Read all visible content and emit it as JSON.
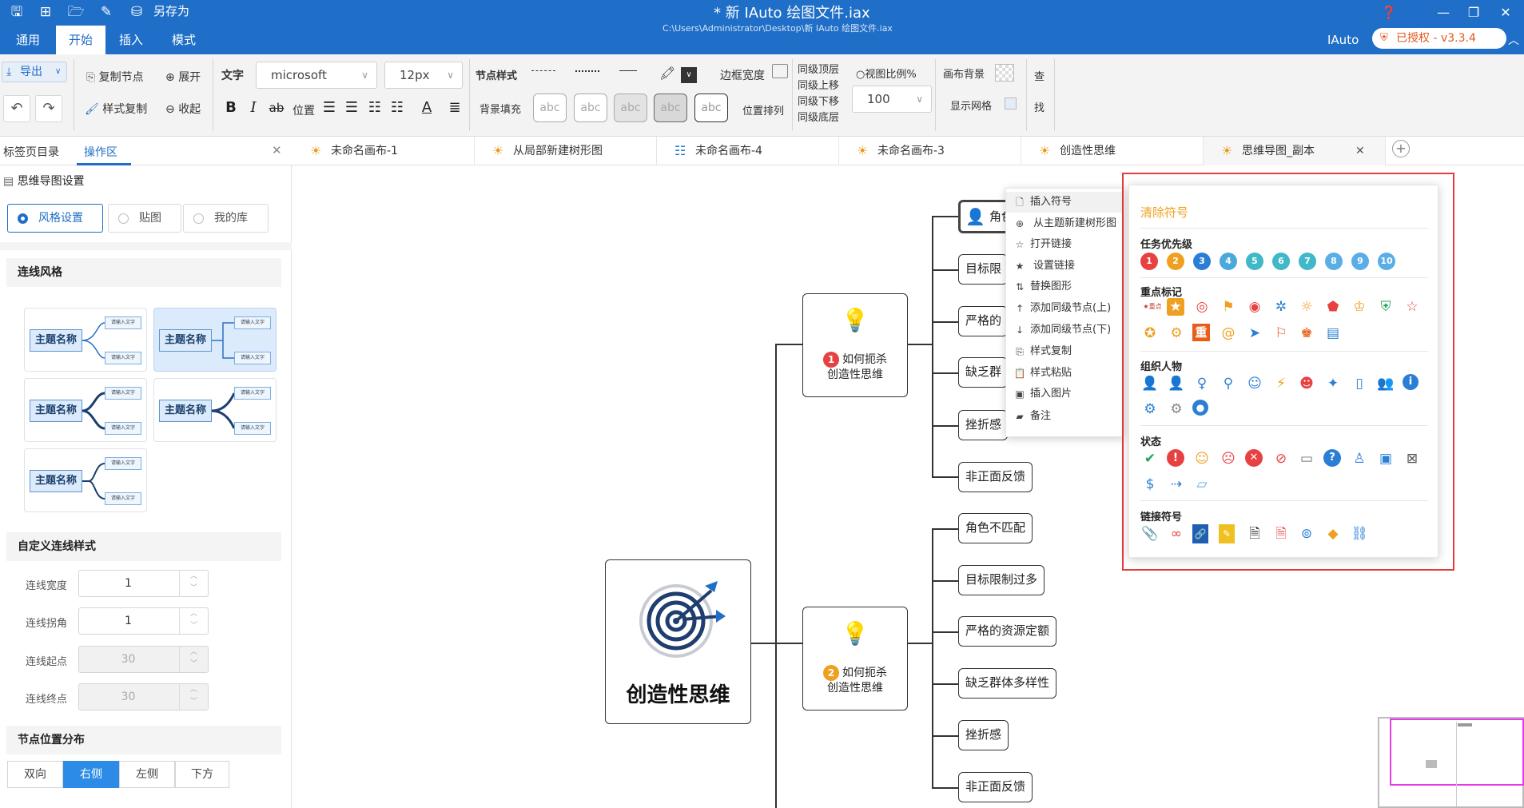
{
  "window": {
    "title": "* 新 IAuto 绘图文件.iax",
    "path": "C:\\Users\\Administrator\\Desktop\\新 IAuto 绘图文件.iax",
    "saveas_label": "另存为",
    "brand": "IAuto",
    "license": "已授权 - v3.3.4"
  },
  "menu": [
    "通用",
    "开始",
    "插入",
    "模式"
  ],
  "ribbon": {
    "export": "导出",
    "copy_node": "复制节点",
    "expand": "展开",
    "collapse": "收起",
    "style_copy": "样式复制",
    "text_label": "文字",
    "font": "microsoft",
    "font_size": "12px",
    "node_style": "节点样式",
    "border_width": "边框宽度",
    "position": "位置",
    "bg_fill": "背景填充",
    "abc": "abc",
    "pos_arrange": "位置排列",
    "same_top": "同级顶层",
    "same_up": "同级上移",
    "same_down": "同级下移",
    "same_bottom": "同级底层",
    "view_ratio": "视图比例%",
    "zoom": "100",
    "canvas_bg": "画布背景",
    "show_grid": "显示网格",
    "find1": "查",
    "find2": "找"
  },
  "tabs": {
    "left1": "标签页目录",
    "left2": "操作区",
    "docs": [
      "未命名画布-1",
      "从局部新建树形图",
      "未命名画布-4",
      "未命名画布-3",
      "创造性思维",
      "思维导图_副本"
    ]
  },
  "left": {
    "title": "思维导图设置",
    "radios": [
      "风格设置",
      "贴图",
      "我的库"
    ],
    "line_style": "连线风格",
    "thumb_main": "主题名称",
    "thumb_sub": "请输入文字",
    "custom_line": "自定义连线样式",
    "fields": [
      {
        "label": "连线宽度",
        "value": "1"
      },
      {
        "label": "连线拐角",
        "value": "1"
      },
      {
        "label": "连线起点",
        "value": "30"
      },
      {
        "label": "连线终点",
        "value": "30"
      }
    ],
    "node_pos": "节点位置分布",
    "positions": [
      "双向",
      "右侧",
      "左侧",
      "下方"
    ]
  },
  "mindmap": {
    "root": "创造性思维",
    "branch1": {
      "num": "1",
      "line1": "如何扼杀",
      "line2": "创造性思维"
    },
    "branch2": {
      "num": "2",
      "line1": "如何扼杀",
      "line2": "创造性思维"
    },
    "leaves1": [
      "角色",
      "目标限",
      "严格的",
      "缺乏群",
      "挫折感",
      "非正面反馈"
    ],
    "leaves2": [
      "角色不匹配",
      "目标限制过多",
      "严格的资源定额",
      "缺乏群体多样性",
      "挫折感",
      "非正面反馈"
    ]
  },
  "context_menu": [
    "插入符号",
    "从主题新建树形图",
    "打开链接",
    "设置链接",
    "替换图形",
    "添加同级节点(上)",
    "添加同级节点(下)",
    "样式复制",
    "样式粘贴",
    "插入图片",
    "备注"
  ],
  "symbols": {
    "clear": "清除符号",
    "priority": "任务优先级",
    "priority_nums": [
      "1",
      "2",
      "3",
      "4",
      "5",
      "6",
      "7",
      "8",
      "9",
      "10"
    ],
    "priority_colors": [
      "#e84141",
      "#f0a020",
      "#2a7fd4",
      "#4aa8dd",
      "#40b8c8",
      "#40b8c8",
      "#40b8c8",
      "#5aaee6",
      "#5aaee6",
      "#5aaee6"
    ],
    "key_mark": "重点标记",
    "key_mark_tag": "重点",
    "key_mark_char": "重",
    "people": "组织人物",
    "status": "状态",
    "links": "链接符号"
  }
}
